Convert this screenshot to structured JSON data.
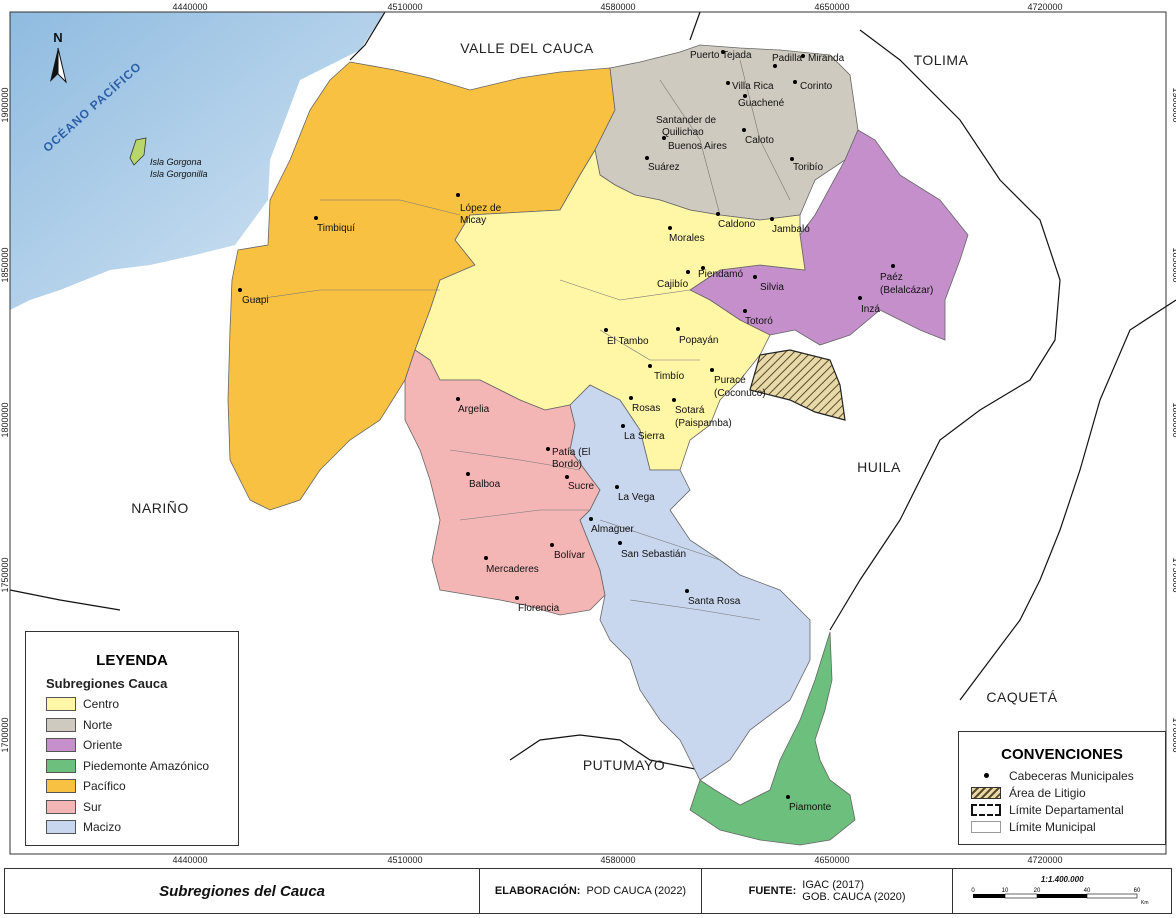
{
  "map": {
    "ocean_label": "OCÉANO PACÍFICO",
    "north_label": "N",
    "island_labels": [
      "Isla Gorgona",
      "Isla Gorgonilla"
    ],
    "grid_x_labels": [
      "4440000",
      "4510000",
      "4580000",
      "4650000",
      "4720000"
    ],
    "grid_y_labels": [
      "1900000",
      "1850000",
      "1800000",
      "1750000",
      "1700000"
    ],
    "departments": {
      "valle": "VALLE DEL CAUCA",
      "tolima": "TOLIMA",
      "huila": "HUILA",
      "narino": "NARIÑO",
      "caqueta": "CAQUETÁ",
      "putumayo": "PUTUMAYO"
    },
    "towns": [
      "Puerto Tejada",
      "Padilla",
      "Miranda",
      "Villa Rica",
      "Corinto",
      "Guachené",
      "Santander de",
      "Quilichao",
      "Buenos Aires",
      "Caloto",
      "Suárez",
      "Toribío",
      "López de",
      "Micay",
      "Timbiquí",
      "Caldono",
      "Jambaló",
      "Morales",
      "Piendamó",
      "Cajibío",
      "Silvia",
      "Paéz",
      "(Belalcázar)",
      "Guapi",
      "Inzá",
      "Totoró",
      "El Tambo",
      "Popayán",
      "Timbío",
      "Puracé",
      "(Coconuco)",
      "Argelia",
      "Rosas",
      "Sotará",
      "(Paispamba)",
      "La Sierra",
      "Patía (El",
      "Bordo)",
      "Balboa",
      "Sucre",
      "La Vega",
      "Almaguer",
      "San Sebastián",
      "Bolívar",
      "Mercaderes",
      "Santa Rosa",
      "Florencia",
      "Piamonte"
    ]
  },
  "legend": {
    "title": "LEYENDA",
    "subtitle": "Subregiones Cauca",
    "items": [
      {
        "label": "Centro",
        "color": "#fff6a6"
      },
      {
        "label": "Norte",
        "color": "#cfcac0"
      },
      {
        "label": "Oriente",
        "color": "#c48fcb"
      },
      {
        "label": "Piedemonte Amazónico",
        "color": "#6cbf7c"
      },
      {
        "label": "Pacífico",
        "color": "#f9c141"
      },
      {
        "label": "Sur",
        "color": "#f4b5b5"
      },
      {
        "label": "Macizo",
        "color": "#c8d6ee"
      }
    ]
  },
  "conventions": {
    "title": "CONVENCIONES",
    "items": [
      "Cabeceras Municipales",
      "Área de Litigio",
      "Límite Departamental",
      "Límite Municipal"
    ]
  },
  "footer": {
    "title": "Subregiones del Cauca",
    "elaboracion_label": "ELABORACIÓN:",
    "elaboracion_value": "POD CAUCA (2022)",
    "fuente_label": "FUENTE:",
    "fuente_value_1": "IGAC (2017)",
    "fuente_value_2": "GOB. CAUCA (2020)",
    "scale_text": "1:1.400.000",
    "scale_ticks": [
      "0",
      "10",
      "20",
      "40",
      "60"
    ],
    "scale_unit": "Km"
  }
}
